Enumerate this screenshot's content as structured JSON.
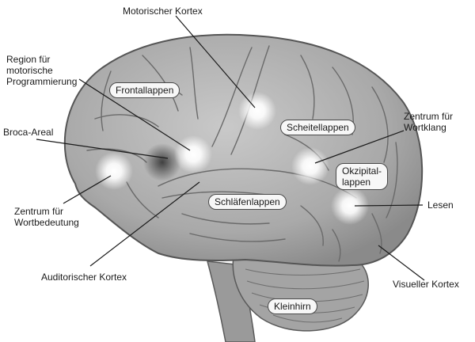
{
  "labels": {
    "motorischer_kortex": "Motorischer Kortex",
    "region_programmierung": "Region für\nmotorische\nProgrammierung",
    "broca_areal": "Broca-Areal",
    "zentrum_wortbedeutung": "Zentrum für\nWortbedeutung",
    "auditorischer_kortex": "Auditorischer Kortex",
    "zentrum_wortklang": "Zentrum für\nWortklang",
    "lesen": "Lesen",
    "visueller_kortex": "Visueller Kortex"
  },
  "lobes": {
    "frontallappen": "Frontallappen",
    "scheitellappen": "Scheitellappen",
    "okzipitallappen": "Okzipital-\nlappen",
    "schlaefenlappen": "Schläfenlappen",
    "kleinhirn": "Kleinhirn"
  }
}
